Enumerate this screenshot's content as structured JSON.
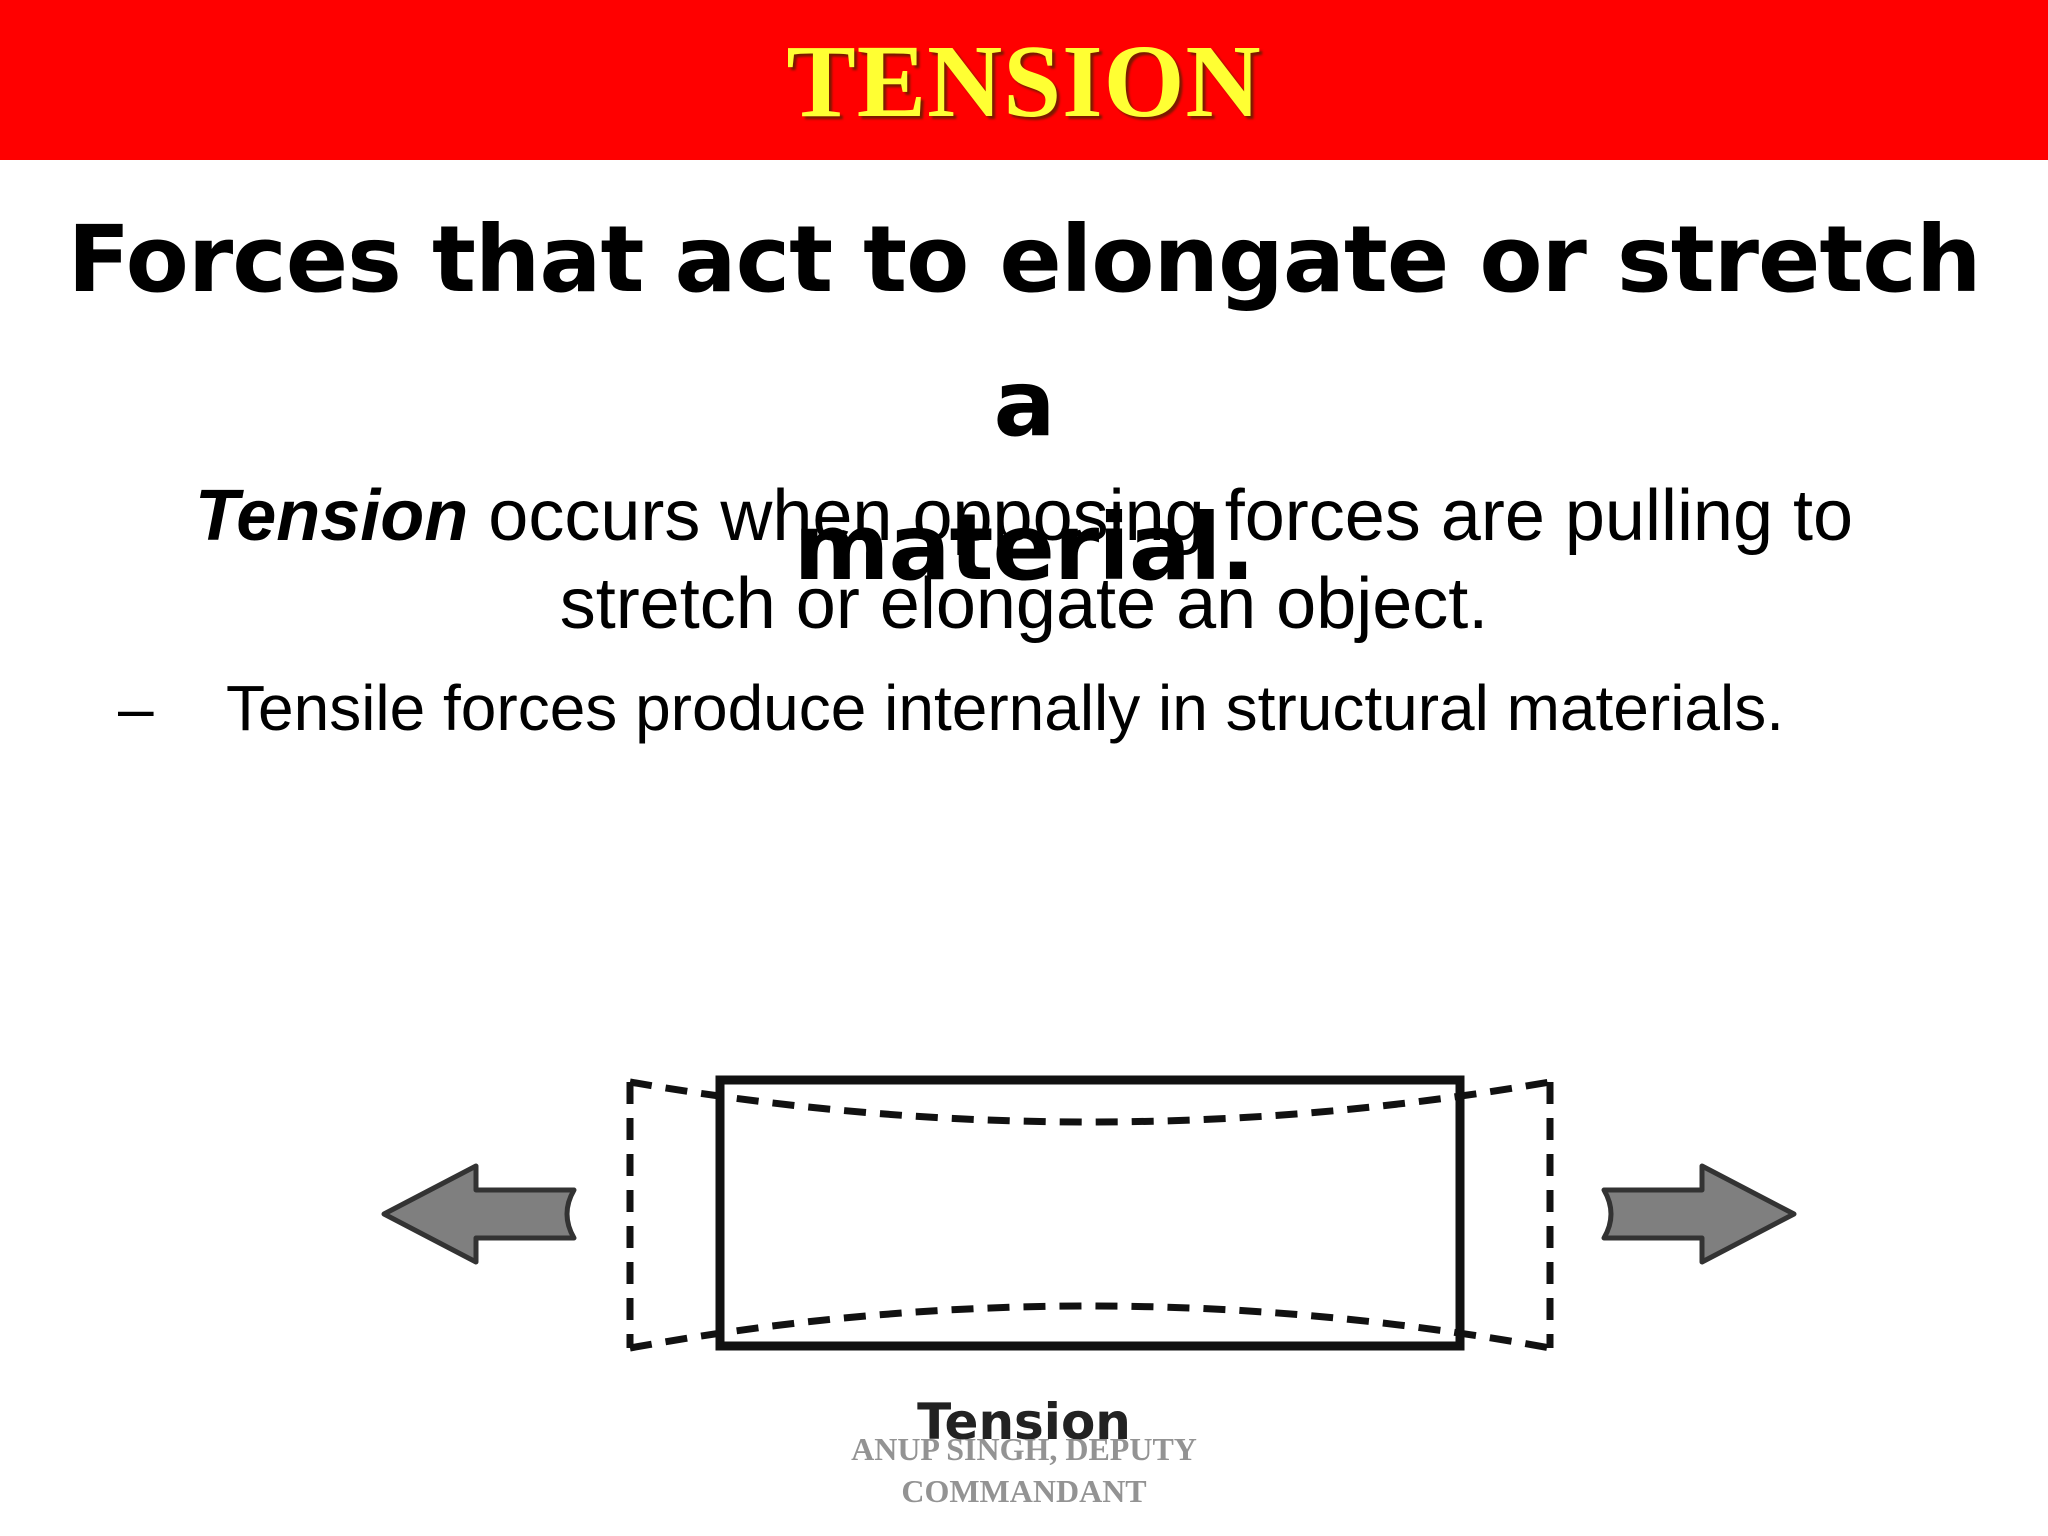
{
  "slide": {
    "title": "TENSION",
    "heading_line1": "Forces that act to elongate or stretch a",
    "heading_line2": "material.",
    "body": {
      "emphasis": "Tension",
      "rest_line1": " occurs when opposing forces are pulling to",
      "line2": "stretch or elongate an object."
    },
    "bullet": {
      "marker": "–",
      "text": "Tensile forces produce internally in structural materials."
    },
    "figure": {
      "caption": "Tension",
      "left_arrow_icon": "arrow-left-icon",
      "right_arrow_icon": "arrow-right-icon"
    },
    "watermark": {
      "line1": "ANUP  SINGH, DEPUTY",
      "line2": "COMMANDANT"
    }
  },
  "colors": {
    "title_bar": "#ff0000",
    "title_text": "#ffff33",
    "arrow_fill": "#7f7f7f",
    "watermark": "#8a8a8a"
  }
}
